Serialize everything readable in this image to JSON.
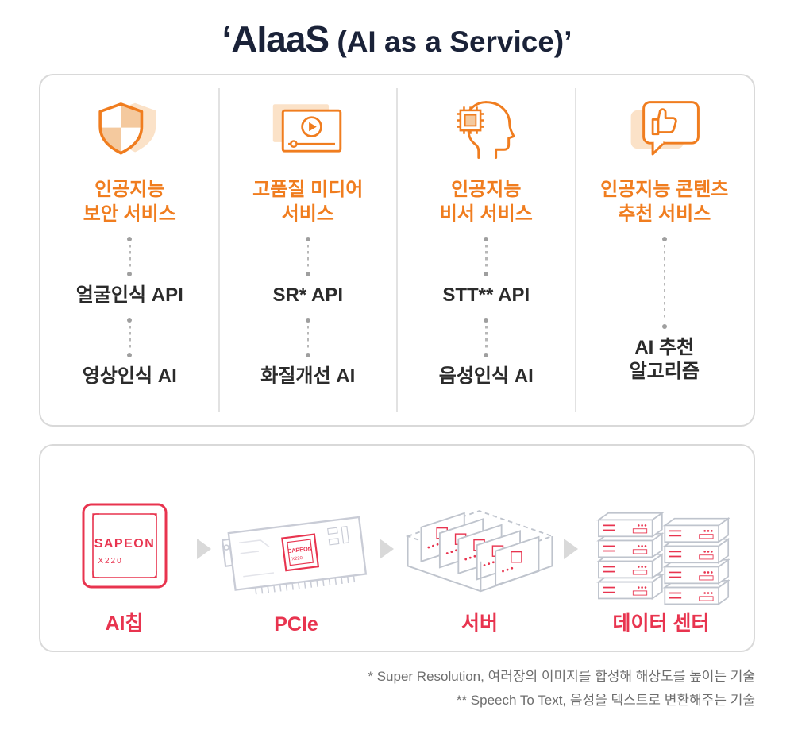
{
  "title": {
    "emphasis": "‘AIaaS",
    "rest": " (AI as a Service)’"
  },
  "services": [
    {
      "icon": "security-shield-icon",
      "title": "인공지능\n보안 서비스",
      "items": [
        "얼굴인식 API",
        "영상인식 AI"
      ]
    },
    {
      "icon": "media-player-icon",
      "title": "고품질 미디어\n서비스",
      "items": [
        "SR* API",
        "화질개선 AI"
      ]
    },
    {
      "icon": "ai-assistant-icon",
      "title": "인공지능\n비서 서비스",
      "items": [
        "STT** API",
        "음성인식 AI"
      ]
    },
    {
      "icon": "content-recommend-icon",
      "title": "인공지능 콘텐츠\n추천 서비스",
      "items": [
        "AI 추천\n알고리즘"
      ]
    }
  ],
  "pipeline": {
    "steps": [
      {
        "label": "AI칩"
      },
      {
        "label": "PCIe"
      },
      {
        "label": "서버"
      },
      {
        "label": "데이터 센터"
      }
    ]
  },
  "chip": {
    "brand": "SAPEON",
    "model": "X220"
  },
  "footnotes": [
    "* Super Resolution, 여러장의 이미지를 합성해 해상도를 높이는 기술",
    "** Speech To Text, 음성을 텍스트로 변환해주는 기술"
  ],
  "colors": {
    "orange": "#f07d1f",
    "orange_light": "#fbe2c8",
    "red": "#e8344f",
    "navy": "#1a2238",
    "line_gray": "#d9d9d9"
  }
}
